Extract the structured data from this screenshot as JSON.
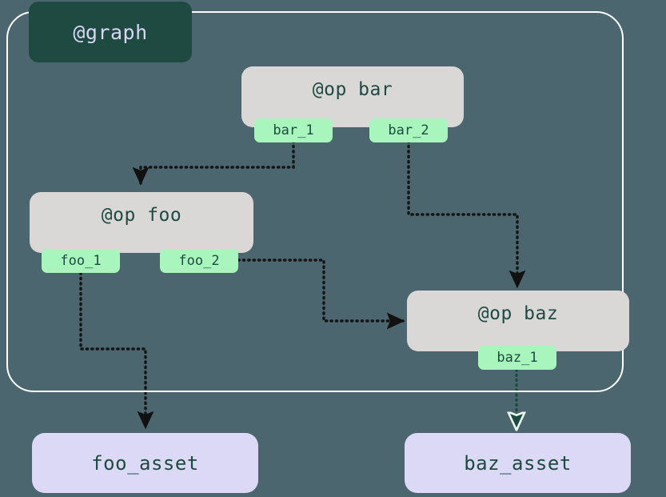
{
  "diagram": {
    "type": "dagster-op-graph",
    "background_color": "#4c6670",
    "container": {
      "label": "@graph",
      "label_bg": "#1e4a42",
      "label_text_color": "#d8d6f5",
      "border_color": "#ffffff"
    },
    "op_nodes": [
      {
        "id": "bar",
        "title": "@op bar",
        "bg": "#d9d8d6",
        "text_color": "#1e4a42",
        "ports": [
          {
            "id": "bar_1",
            "label": "bar_1"
          },
          {
            "id": "bar_2",
            "label": "bar_2"
          }
        ]
      },
      {
        "id": "foo",
        "title": "@op foo",
        "bg": "#d9d8d6",
        "text_color": "#1e4a42",
        "ports": [
          {
            "id": "foo_1",
            "label": "foo_1"
          },
          {
            "id": "foo_2",
            "label": "foo_2"
          }
        ]
      },
      {
        "id": "baz",
        "title": "@op baz",
        "bg": "#d9d8d6",
        "text_color": "#1e4a42",
        "ports": [
          {
            "id": "baz_1",
            "label": "baz_1"
          }
        ]
      }
    ],
    "asset_nodes": [
      {
        "id": "foo_asset",
        "label": "foo_asset",
        "bg": "#dcd9f7",
        "text_color": "#1d4a3e"
      },
      {
        "id": "baz_asset",
        "label": "baz_asset",
        "bg": "#dcd9f7",
        "text_color": "#1d4a3e"
      }
    ],
    "port_color": "#a8f5bd",
    "edges": [
      {
        "from": "bar_1",
        "to": "foo",
        "style": "dotted",
        "color": "#1a1a1a",
        "arrow": "solid"
      },
      {
        "from": "bar_2",
        "to": "baz",
        "style": "dotted",
        "color": "#1a1a1a",
        "arrow": "solid"
      },
      {
        "from": "foo_2",
        "to": "baz",
        "style": "dotted",
        "color": "#1a1a1a",
        "arrow": "solid"
      },
      {
        "from": "foo_1",
        "to": "foo_asset",
        "style": "dotted",
        "color": "#1a1a1a",
        "arrow": "solid"
      },
      {
        "from": "baz_1",
        "to": "baz_asset",
        "style": "dotted",
        "color": "#1d4a3e",
        "arrow": "hollow"
      }
    ]
  }
}
